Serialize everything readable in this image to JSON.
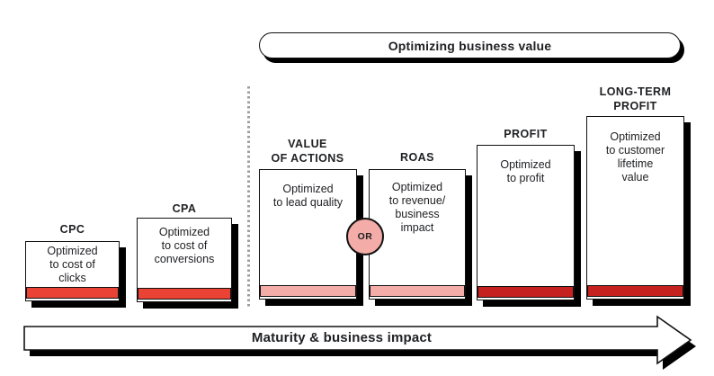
{
  "banner": {
    "label": "Optimizing business value"
  },
  "stages": [
    {
      "title": "CPC",
      "body": "Optimized\nto cost of\nclicks",
      "strip_color": "#EA4335"
    },
    {
      "title": "CPA",
      "body": "Optimized\nto cost of\nconversions",
      "strip_color": "#EA4335"
    },
    {
      "title": "VALUE\nOF ACTIONS",
      "body": "Optimized\nto lead quality",
      "strip_color": "#F3ACA7"
    },
    {
      "title": "ROAS",
      "body": "Optimized\nto revenue/\nbusiness\nimpact",
      "strip_color": "#F3ACA7"
    },
    {
      "title": "PROFIT",
      "body": "Optimized\nto profit",
      "strip_color": "#C5221F"
    },
    {
      "title": "LONG-TERM\nPROFIT",
      "body": "Optimized\nto customer\nlifetime\nvalue",
      "strip_color": "#C5221F"
    }
  ],
  "or_connector": {
    "label": "OR",
    "fill": "#F3ACA7"
  },
  "axis_arrow": {
    "label": "Maturity & business impact"
  },
  "colors": {
    "bright_red": "#EA4335",
    "soft_pink": "#F3ACA7",
    "dark_red": "#C5221F",
    "outline": "#111111",
    "divider_gray": "#9E9E9E",
    "text": "#202124"
  }
}
